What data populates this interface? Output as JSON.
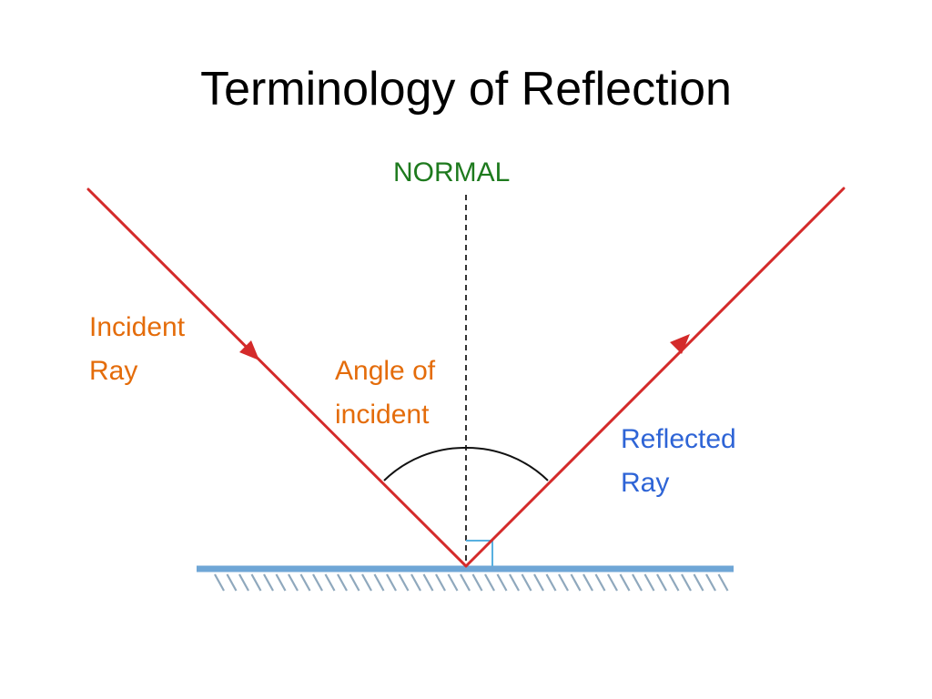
{
  "slide": {
    "title": "Terminology of Reflection"
  },
  "labels": {
    "normal": "NORMAL",
    "incident_ray_line1": "Incident",
    "incident_ray_line2": "Ray",
    "angle_line1": "Angle of",
    "angle_line2": "incident",
    "reflected_ray_line1": "Reflected",
    "reflected_ray_line2": "Ray"
  },
  "colors": {
    "title": "#000000",
    "normal_label": "#1e7a1e",
    "incident_label": "#e46c0a",
    "angle_label": "#e46c0a",
    "reflected_label": "#2e64d6",
    "rays": "#d42a2a",
    "normal_line": "#333333",
    "mirror": "#6fa6d6",
    "hatching": "#8fa8bd",
    "arc": "#111111",
    "right_angle_mark": "#58b0e0"
  }
}
